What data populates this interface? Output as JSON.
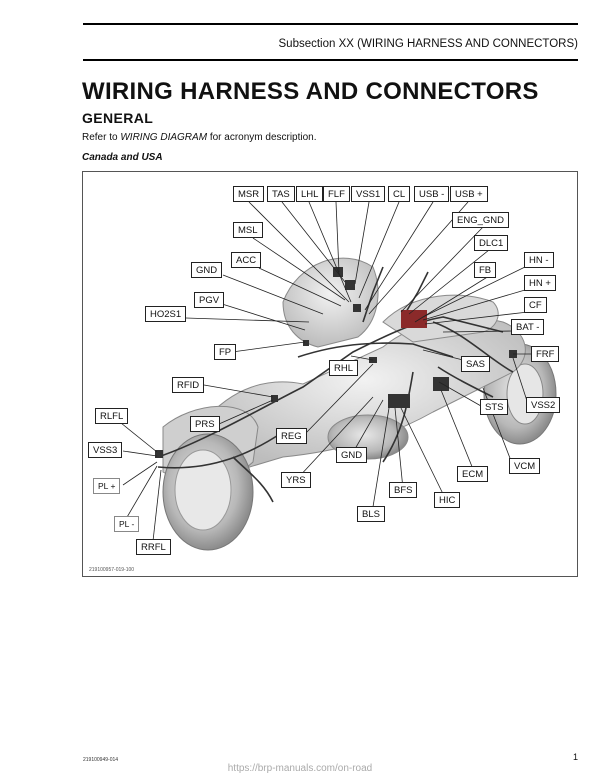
{
  "header": {
    "subsection": "Subsection XX (WIRING HARNESS AND CONNECTORS)"
  },
  "title": "WIRING HARNESS AND CONNECTORS",
  "section": {
    "heading": "GENERAL",
    "refer_prefix": "Refer to",
    "refer_link": "WIRING DIAGRAM",
    "refer_suffix": "for acronym description.",
    "region": "Canada and USA"
  },
  "figure": {
    "code": "219100957-019-100",
    "labels": {
      "msr": "MSR",
      "tas": "TAS",
      "lhl": "LHL",
      "flf": "FLF",
      "vss1": "VSS1",
      "cl": "CL",
      "usb_minus": "USB -",
      "usb_plus": "USB +",
      "eng_gnd": "ENG_GND",
      "dlc1": "DLC1",
      "msl": "MSL",
      "acc": "ACC",
      "gnd_top": "GND",
      "fb": "FB",
      "hn_minus": "HN -",
      "hn_plus": "HN +",
      "pgv": "PGV",
      "ho2s1": "HO2S1",
      "cf": "CF",
      "bat_minus": "BAT -",
      "fp": "FP",
      "rhl": "RHL",
      "sas": "SAS",
      "frf": "FRF",
      "rfid": "RFID",
      "sts": "STS",
      "vss2": "VSS2",
      "rlfl": "RLFL",
      "prs": "PRS",
      "reg": "REG",
      "vss3": "VSS3",
      "gnd_mid": "GND",
      "ecm": "ECM",
      "vcm": "VCM",
      "pl_plus": "PL +",
      "yrs": "YRS",
      "bfs": "BFS",
      "hic": "HIC",
      "pl_minus": "PL -",
      "bls": "BLS",
      "rrfl": "RRFL"
    }
  },
  "footer": {
    "doc_code": "219100949-014",
    "page_number": "1",
    "watermark": "https://brp-manuals.com/on-road"
  }
}
